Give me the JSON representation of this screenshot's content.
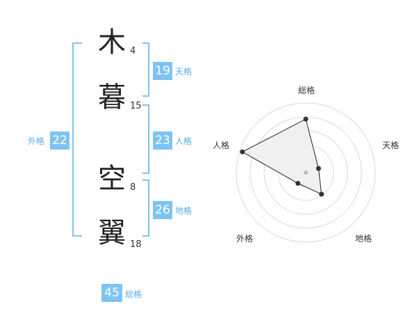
{
  "name": {
    "chars": [
      {
        "char": "木",
        "strokes": "4"
      },
      {
        "char": "暮",
        "strokes": "15"
      },
      {
        "char": "空",
        "strokes": "8"
      },
      {
        "char": "翼",
        "strokes": "18"
      }
    ]
  },
  "kakusu": {
    "tenkaku": {
      "value": "19",
      "label": "天格"
    },
    "jinkaku": {
      "value": "23",
      "label": "人格"
    },
    "chikaku": {
      "value": "26",
      "label": "地格"
    },
    "gaikaku": {
      "value": "22",
      "label": "外格"
    },
    "soukaku": {
      "value": "45",
      "label": "総格"
    }
  },
  "colors": {
    "accent": "#7ec4f2",
    "accent_text": "#5aaee8",
    "radar_fill": "#f0f0f0"
  },
  "chart_data": {
    "type": "radar",
    "axes": [
      "総格",
      "天格",
      "地格",
      "外格",
      "人格"
    ],
    "values": [
      4,
      1,
      2,
      1,
      5
    ],
    "max": 5,
    "rings": 5
  }
}
